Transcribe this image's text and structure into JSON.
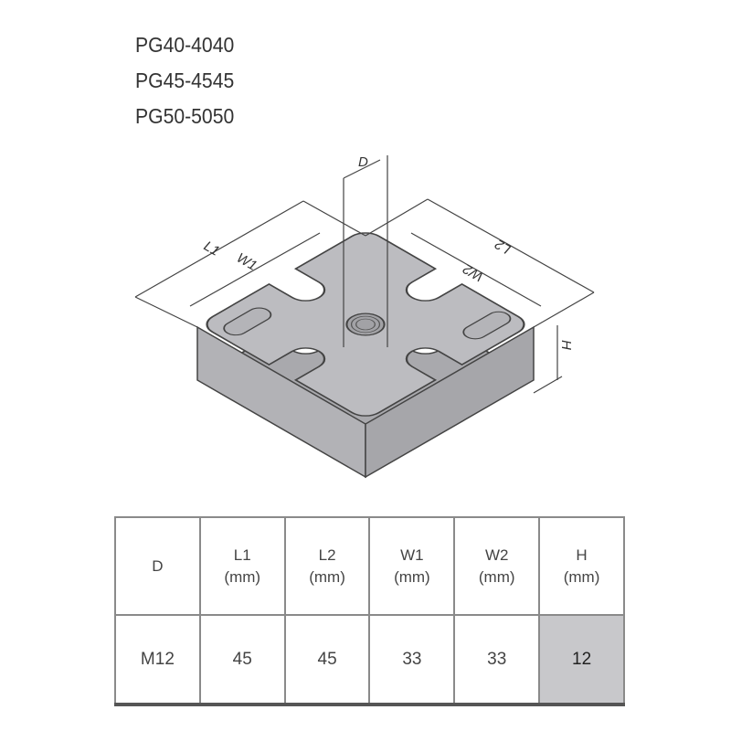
{
  "titles": [
    "PG40-4040",
    "PG45-4545",
    "PG50-5050"
  ],
  "dimension_labels": {
    "D": "D",
    "L1": "L1",
    "W1": "W1",
    "L2": "L2",
    "W2": "W2",
    "H": "H"
  },
  "table": {
    "headers": [
      {
        "name": "D",
        "unit": ""
      },
      {
        "name": "L1",
        "unit": "(mm)"
      },
      {
        "name": "L2",
        "unit": "(mm)"
      },
      {
        "name": "W1",
        "unit": "(mm)"
      },
      {
        "name": "W2",
        "unit": "(mm)"
      },
      {
        "name": "H",
        "unit": "(mm)"
      }
    ],
    "row": [
      "M12",
      "45",
      "45",
      "33",
      "33",
      "12"
    ],
    "highlight_color": "#c8c8cb"
  }
}
